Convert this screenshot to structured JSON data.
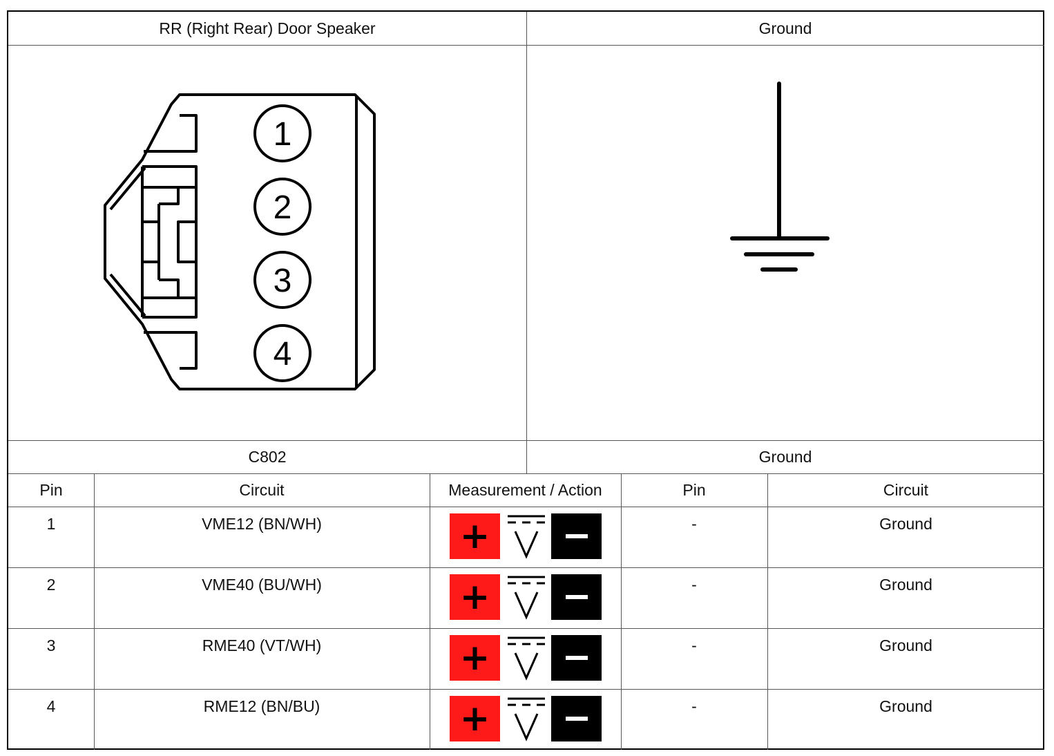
{
  "header": {
    "left_title": "RR (Right Rear) Door Speaker",
    "right_title": "Ground"
  },
  "connector": {
    "pins": [
      "1",
      "2",
      "3",
      "4"
    ]
  },
  "labels": {
    "left_connector": "C802",
    "right_connector": "Ground"
  },
  "table": {
    "columns": [
      "Pin",
      "Circuit",
      "Measurement / Action",
      "Pin",
      "Circuit"
    ],
    "rows": [
      {
        "pin": "1",
        "circuit": "VME12 (BN/WH)",
        "measurement_icon": "voltmeter-dc-icon",
        "pin2": "-",
        "circuit2": "Ground"
      },
      {
        "pin": "2",
        "circuit": "VME40 (BU/WH)",
        "measurement_icon": "voltmeter-dc-icon",
        "pin2": "-",
        "circuit2": "Ground"
      },
      {
        "pin": "3",
        "circuit": "RME40 (VT/WH)",
        "measurement_icon": "voltmeter-dc-icon",
        "pin2": "-",
        "circuit2": "Ground"
      },
      {
        "pin": "4",
        "circuit": "RME12 (BN/BU)",
        "measurement_icon": "voltmeter-dc-icon",
        "pin2": "-",
        "circuit2": "Ground"
      }
    ]
  },
  "colors": {
    "positive_probe": "#ff1a1a",
    "negative_probe": "#000000"
  }
}
